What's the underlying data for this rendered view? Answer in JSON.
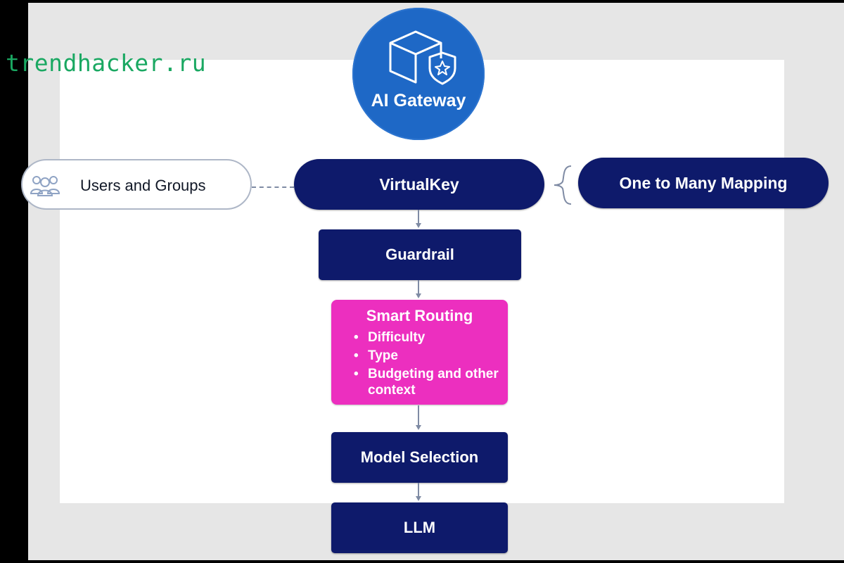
{
  "watermark": "trendhacker.ru",
  "colors": {
    "watermark": "#1aa862",
    "navy": "#0e1a6b",
    "magenta": "#ec2fbf",
    "logo_blue": "#1e68c6"
  },
  "logo": {
    "icon": "cube-shield-icon",
    "title": "AI Gateway"
  },
  "nodes": {
    "users_groups": {
      "label": "Users and Groups",
      "icon": "users-icon"
    },
    "virtual_key": {
      "label": "VirtualKey"
    },
    "mapping": {
      "label": "One to Many Mapping"
    },
    "guardrail": {
      "label": "Guardrail"
    },
    "smart_routing": {
      "title": "Smart Routing",
      "bullets": [
        "Difficulty",
        "Type",
        "Budgeting and other context"
      ]
    },
    "model_selection": {
      "label": "Model Selection"
    },
    "llm": {
      "label": "LLM"
    }
  }
}
